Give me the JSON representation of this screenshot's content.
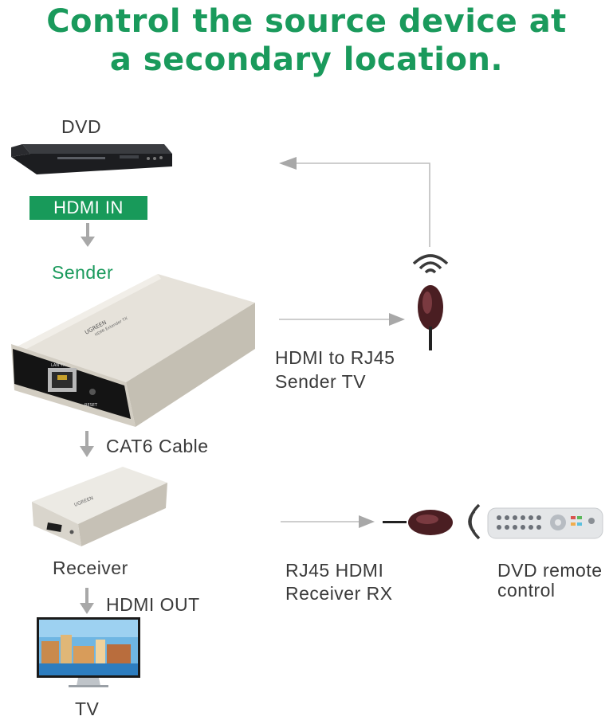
{
  "title": {
    "line1": "Control the source device at",
    "line2": "a secondary location."
  },
  "labels": {
    "dvd": "DVD",
    "hdmi_in": "HDMI IN",
    "sender": "Sender",
    "sender_tv_line1": "HDMI to RJ45",
    "sender_tv_line2": "Sender TV",
    "cat6": "CAT6 Cable",
    "receiver": "Receiver",
    "receiver_rx_line1": "RJ45 HDMI",
    "receiver_rx_line2": "Receiver RX",
    "hdmi_out": "HDMI OUT",
    "remote_line1": "DVD remote",
    "remote_line2": "control",
    "tv": "TV"
  },
  "device_markings": {
    "sender_brand": "UGREEN",
    "sender_model": "HDMI Extender TX",
    "sender_port": "LAN TX",
    "sender_reset": "RESET",
    "receiver_brand": "UGREEN"
  },
  "colors": {
    "accent": "#1a9a5c",
    "text": "#3a3a3a",
    "arrow": "#a8a8a8"
  },
  "icons": [
    "dvd-player",
    "sender-box",
    "receiver-box",
    "ir-receiver",
    "ir-emitter",
    "remote-control",
    "wifi-signal",
    "television",
    "arrow"
  ]
}
